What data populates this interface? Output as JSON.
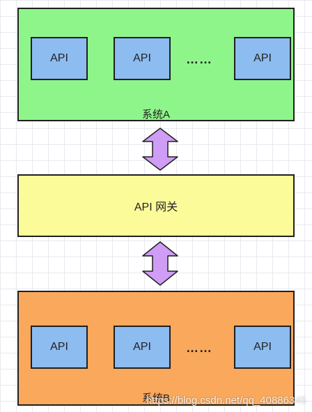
{
  "colors": {
    "system_fill": "#8ef58a",
    "system_b_fill": "#f9a85c",
    "api_fill": "#8cbcf0",
    "gateway_fill": "#fbfb9a",
    "arrow_fill": "#cf9df5",
    "border": "#1f1f1f"
  },
  "system_a": {
    "label": "系统A",
    "apis": [
      "API",
      "API",
      "API"
    ],
    "ellipsis": "……"
  },
  "gateway": {
    "label": "API 网关"
  },
  "system_b": {
    "label": "系统B",
    "apis": [
      "API",
      "API",
      "API"
    ],
    "ellipsis": "……"
  },
  "arrows": [
    {
      "icon": "double-arrow-vertical-icon"
    },
    {
      "icon": "double-arrow-vertical-icon"
    }
  ],
  "watermark": "https://blog.csdn.net/qq_40886345"
}
